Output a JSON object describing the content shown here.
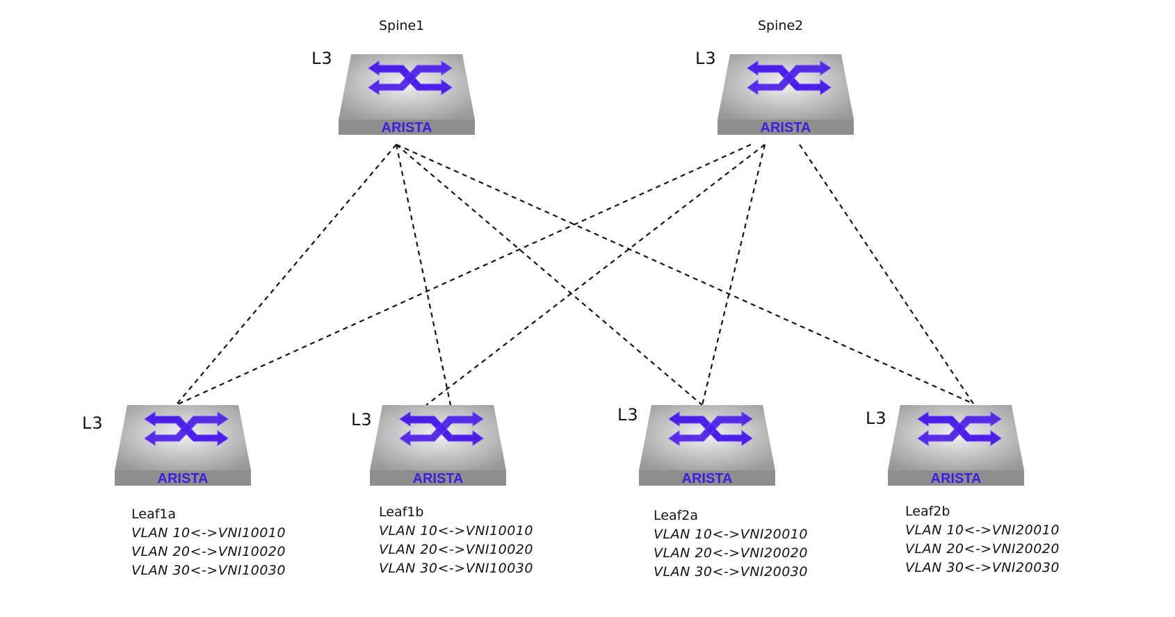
{
  "spines": [
    {
      "name": "Spine1",
      "layer": "L3",
      "brand": "ARISTA"
    },
    {
      "name": "Spine2",
      "layer": "L3",
      "brand": "ARISTA"
    }
  ],
  "leaves": [
    {
      "name": "Leaf1a",
      "layer": "L3",
      "brand": "ARISTA",
      "vlans": [
        "VLAN 10<->VNI10010",
        "VLAN 20<->VNI10020",
        "VLAN 30<->VNI10030"
      ]
    },
    {
      "name": "Leaf1b",
      "layer": "L3",
      "brand": "ARISTA",
      "vlans": [
        "VLAN 10<->VNI10010",
        "VLAN 20<->VNI10020",
        "VLAN 30<->VNI10030"
      ]
    },
    {
      "name": "Leaf2a",
      "layer": "L3",
      "brand": "ARISTA",
      "vlans": [
        "VLAN 10<->VNI20010",
        "VLAN 20<->VNI20020",
        "VLAN 30<->VNI20030"
      ]
    },
    {
      "name": "Leaf2b",
      "layer": "L3",
      "brand": "ARISTA",
      "vlans": [
        "VLAN 10<->VNI20010",
        "VLAN 20<->VNI20020",
        "VLAN 30<->VNI20030"
      ]
    }
  ],
  "links": [
    [
      "Spine1",
      "Leaf1a"
    ],
    [
      "Spine1",
      "Leaf1b"
    ],
    [
      "Spine1",
      "Leaf2a"
    ],
    [
      "Spine1",
      "Leaf2b"
    ],
    [
      "Spine2",
      "Leaf1a"
    ],
    [
      "Spine2",
      "Leaf1b"
    ],
    [
      "Spine2",
      "Leaf2a"
    ],
    [
      "Spine2",
      "Leaf2b"
    ]
  ],
  "colors": {
    "switch_body": "#a9a9a9",
    "arrows": "#4b1fe6",
    "link": "#111111"
  }
}
